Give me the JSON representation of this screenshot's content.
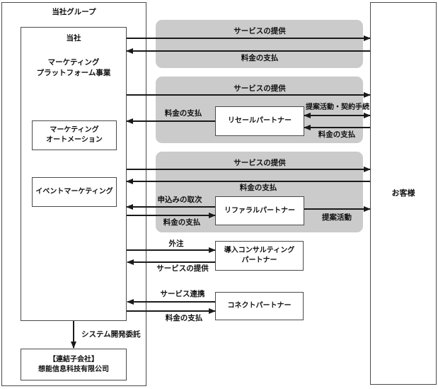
{
  "colors": {
    "panel_gray": "#cbcbcb",
    "box_border": "#4a4a4a",
    "line": "#1a1a1a",
    "background": "#ffffff"
  },
  "group": {
    "label": "当社グループ"
  },
  "company": {
    "label": "当社",
    "business": [
      "マーケティング",
      "プラットフォーム事業"
    ],
    "units": [
      {
        "lines": [
          "マーケティング",
          "オートメーション"
        ]
      },
      {
        "lines": [
          "イベントマーケティング"
        ]
      }
    ]
  },
  "subsidiary": {
    "lines": [
      "【連結子会社】",
      "想能信息科技有限公司"
    ]
  },
  "customer": {
    "label": "お客様"
  },
  "partners": [
    {
      "id": "resale",
      "lines": [
        "リセールパートナー"
      ]
    },
    {
      "id": "referral",
      "lines": [
        "リファラルパートナー"
      ]
    },
    {
      "id": "consulting",
      "lines": [
        "導入コンサルティング",
        "パートナー"
      ]
    },
    {
      "id": "connect",
      "lines": [
        "コネクトパートナー"
      ]
    }
  ],
  "flows": {
    "service1": "サービスの提供",
    "fee1": "料金の支払",
    "service2": "サービスの提供",
    "fee2": "料金の支払",
    "proposal_contract": "提案活動・契約手続",
    "fee3": "料金の支払",
    "service3": "サービスの提供",
    "fee4": "料金の支払",
    "application_referral": "申込みの取次",
    "fee5": "料金の支払",
    "proposal": "提案活動",
    "outsourcing": "外注",
    "service4": "サービスの提供",
    "service_link": "サービス連携",
    "fee6": "料金の支払",
    "system_dev": "システム開発委託"
  }
}
